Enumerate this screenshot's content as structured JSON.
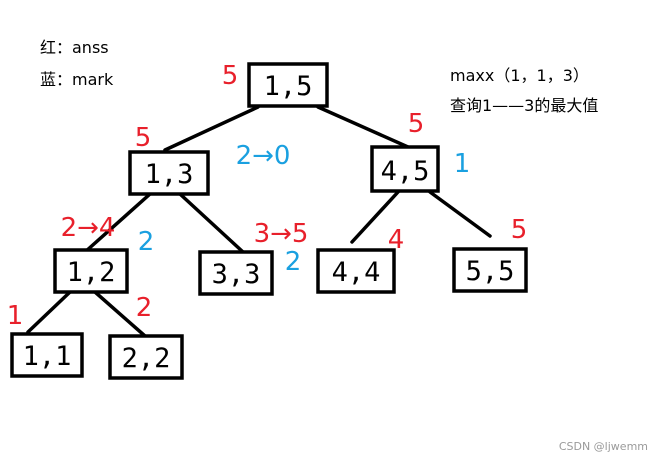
{
  "legend": {
    "red": "红：anss",
    "blue": "蓝：mark"
  },
  "query": {
    "line1": "maxx（1，1，3）",
    "line2": "查询1——3的最大值"
  },
  "watermark": "CSDN @ljwemm",
  "colors": {
    "red": "#e8202b",
    "blue": "#1aa0e0",
    "black": "#000000"
  },
  "nodes": {
    "n15": "1,5",
    "n13": "1,3",
    "n45": "4,5",
    "n12": "1,2",
    "n33": "3,3",
    "n44": "4,4",
    "n55": "5,5",
    "n11": "1,1",
    "n22": "2,2"
  },
  "ans": {
    "n15": "5",
    "n13": "5",
    "n45": "5",
    "n12": "2→4",
    "n33": "3→5",
    "n44": "4",
    "n55": "5",
    "n11": "1",
    "n22": "2"
  },
  "mark": {
    "n13": "2→0",
    "n45": "1",
    "n12": "2",
    "n33": "2"
  }
}
